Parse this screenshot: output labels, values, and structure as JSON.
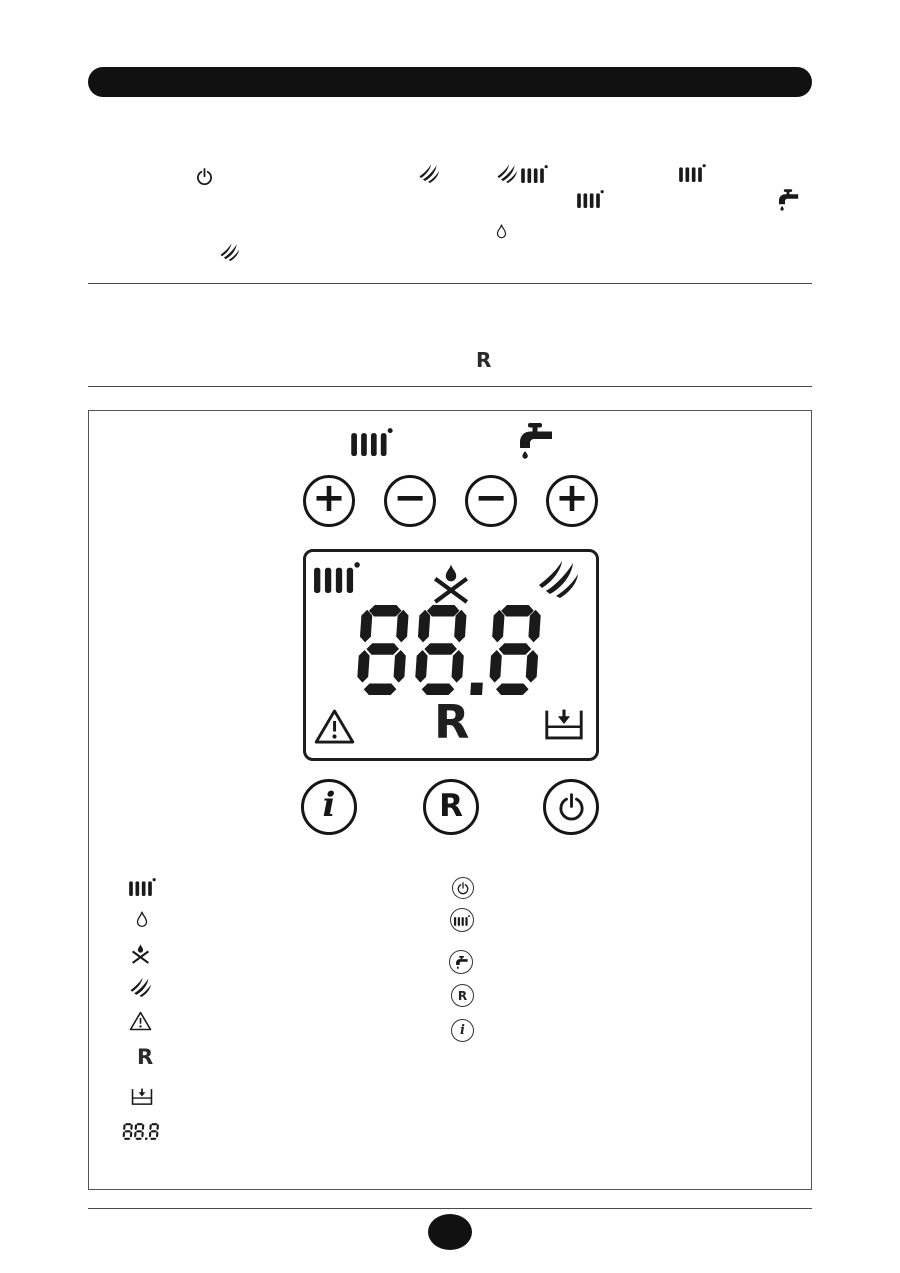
{
  "colors": {
    "ink": "#1a1a1a",
    "line": "#4a4a4a",
    "bar": "#111111"
  },
  "intro": {
    "reset_ref_label": "R"
  },
  "panel": {
    "top_icons": [
      "radiator-icon",
      "tap-icon"
    ],
    "adjust_buttons": [
      {
        "name": "heating-increase",
        "label": "+"
      },
      {
        "name": "heating-decrease",
        "label": "−"
      },
      {
        "name": "dhw-decrease",
        "label": "−"
      },
      {
        "name": "dhw-increase",
        "label": "+"
      }
    ],
    "display": {
      "value": "88.8",
      "reset_label": "R",
      "icons": [
        "radiator-icon",
        "flame-crossed-icon",
        "burner-flame-icon",
        "warning-icon",
        "fill-tank-icon"
      ]
    },
    "action_buttons": [
      {
        "name": "info",
        "label": "i"
      },
      {
        "name": "reset",
        "label": "R"
      },
      {
        "name": "power",
        "icon": "power-icon"
      }
    ],
    "legend_left": [
      {
        "icon": "radiator-icon"
      },
      {
        "icon": "flame-icon"
      },
      {
        "icon": "flame-crossed-icon"
      },
      {
        "icon": "burner-flame-icon"
      },
      {
        "icon": "warning-icon"
      },
      {
        "icon": "reset-letter",
        "label": "R"
      },
      {
        "icon": "fill-tank-icon"
      },
      {
        "icon": "segment-display-icon"
      }
    ],
    "legend_right": [
      {
        "icon": "power-icon"
      },
      {
        "icon": "radiator-icon"
      },
      {
        "icon": "tap-icon"
      },
      {
        "icon": "reset-letter",
        "label": "R"
      },
      {
        "icon": "info-letter",
        "label": "i"
      }
    ]
  }
}
